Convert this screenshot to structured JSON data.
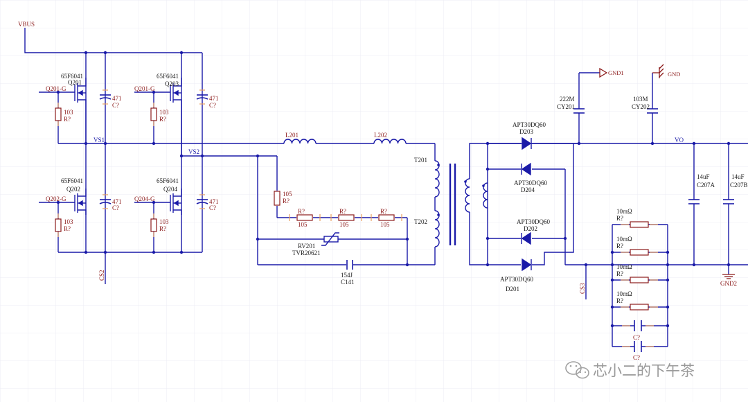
{
  "colors": {
    "background": "#ffffff",
    "grid": "#ececf4",
    "wire": "#1a1aa8",
    "label": "#8b1a1a",
    "pin": "#e8a060",
    "power": "#8b1a1a",
    "watermark": "#9a9a9a"
  },
  "nets": {
    "vbus": "VBUS",
    "vs1": "VS1",
    "vs2": "VS2",
    "q201_g": "Q201-G",
    "q202_g": "Q202-G",
    "q204_g": "Q204-G",
    "cs2": "CS2",
    "cs3": "CS3",
    "gnd1": "GND1",
    "gnd": "GND",
    "vo": "VO",
    "gnd2": "GND2"
  },
  "transistors": {
    "q201": {
      "part": "65F6041",
      "ref": "Q201"
    },
    "q203": {
      "part": "65F6041",
      "ref": "Q203"
    },
    "q202": {
      "part": "65F6041",
      "ref": "Q202"
    },
    "q204": {
      "part": "65F6041",
      "ref": "Q204"
    }
  },
  "bridge_parts": {
    "cap_value": "471",
    "cap_ref": "C?",
    "res_value": "103",
    "res_ref": "R?"
  },
  "resonant": {
    "l201": "L201",
    "l202": "L202",
    "r_vert_value": "105",
    "r_vert_ref": "R?",
    "r_ref": "R?",
    "r_value": "105",
    "rv_ref": "RV201",
    "rv_part": "TVR20621",
    "c141_value": "154J",
    "c141_ref": "C141"
  },
  "transformer": {
    "t201": "T201",
    "t202": "T202"
  },
  "diodes": {
    "d203": {
      "part": "APT30DQ60",
      "ref": "D203"
    },
    "d204": {
      "part": "APT30DQ60",
      "ref": "D204"
    },
    "d202": {
      "part": "APT30DQ60",
      "ref": "D202"
    },
    "d201": {
      "part": "APT30DQ60",
      "ref": "D201"
    }
  },
  "output": {
    "cy201_value": "222M",
    "cy201_ref": "CY201",
    "cy202_value": "103M",
    "cy202_ref": "CY202",
    "c207a_value": "14uF",
    "c207a_ref": "C207A",
    "c207b_value": "14uF",
    "c207b_ref": "C207B",
    "shunt_value": "10mΩ",
    "shunt_ref": "R?",
    "cap_ref": "C?"
  },
  "watermark": "芯小二的下午茶"
}
